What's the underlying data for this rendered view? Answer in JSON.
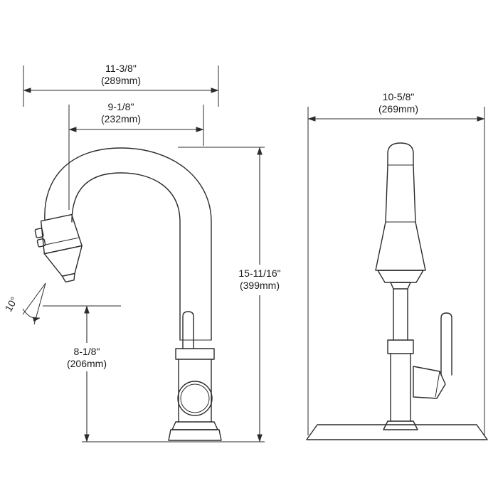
{
  "diagram": {
    "type": "faucet-installation-dimension-drawing",
    "line_color": "#2b2b2b",
    "background": "#ffffff"
  },
  "left_view": {
    "overall_width_in": "11-3/8\"",
    "overall_width_mm": "(289mm)",
    "spout_reach_in": "9-1/8\"",
    "spout_reach_mm": "(232mm)",
    "overall_height_in": "15-11/16\"",
    "overall_height_mm": "(399mm)",
    "deck_height_in": "8-1/8\"",
    "deck_height_mm": "(206mm)",
    "spray_angle": "10°"
  },
  "right_view": {
    "width_in": "10-5/8\"",
    "width_mm": "(269mm)"
  }
}
